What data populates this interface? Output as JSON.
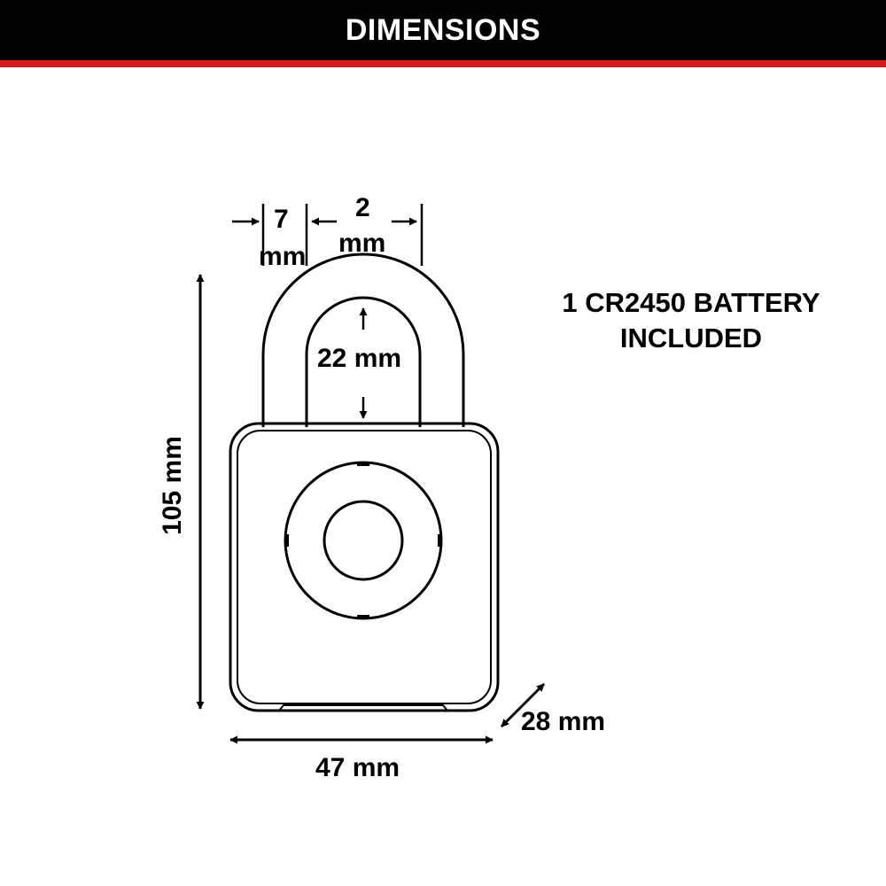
{
  "header": {
    "title": "DIMENSIONS",
    "bar_color": "#000000",
    "accent_color": "#d71920"
  },
  "dimensions": {
    "shackle_diameter_value": "7",
    "shackle_diameter_unit": "mm",
    "shackle_clearance_value": "2",
    "shackle_clearance_unit": "mm",
    "inner_height": "22 mm",
    "overall_height": "105 mm",
    "body_width": "47 mm",
    "body_depth": "28 mm"
  },
  "notes": {
    "battery_line1": "1 CR2450 BATTERY",
    "battery_line2": "INCLUDED"
  }
}
